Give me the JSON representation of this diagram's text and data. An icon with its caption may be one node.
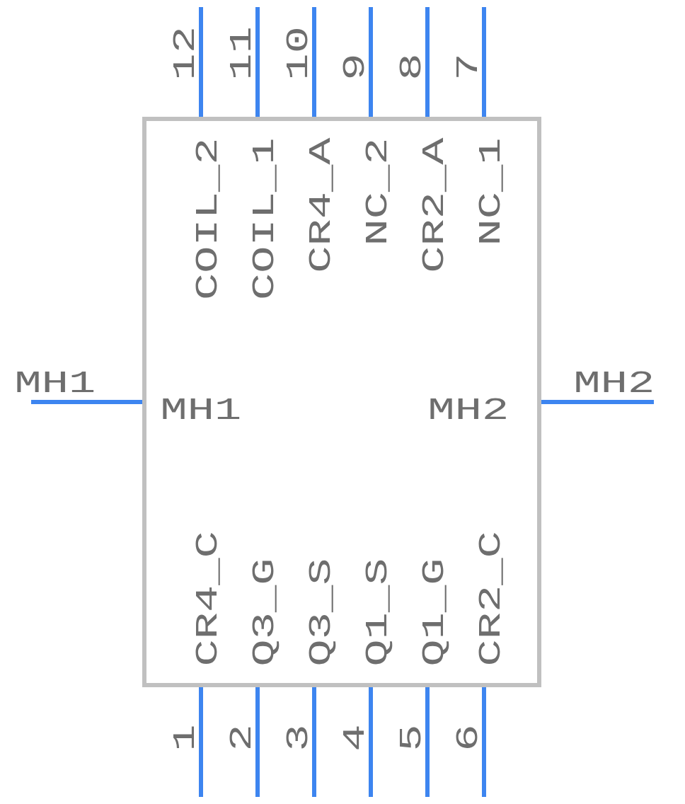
{
  "diagram": {
    "nodes": [
      {
        "text": [
          "COIL_2",
          "COIL_1",
          "CR4_A",
          "NC_2",
          "CR2_A",
          "NC_1",
          "MH1",
          "MH2",
          "CR4_C",
          "Q3_G",
          "Q3_S",
          "Q1_S",
          "Q1_G",
          "CR2_C"
        ]
      }
    ],
    "labels": [
      "12",
      "11",
      "10",
      "9",
      "8",
      "7",
      "MH1",
      "MH2",
      "1",
      "2",
      "3",
      "4",
      "5",
      "6"
    ]
  }
}
